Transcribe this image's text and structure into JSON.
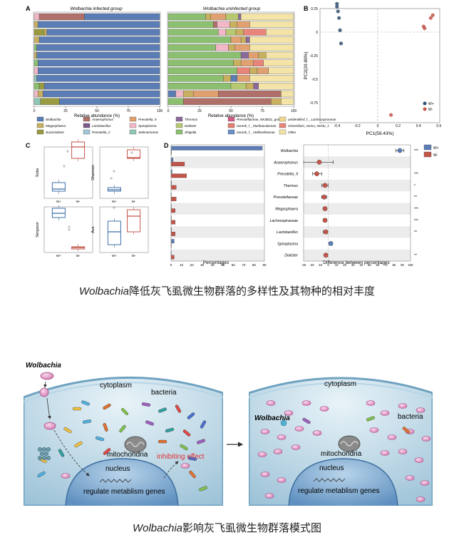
{
  "figure1": {
    "caption_italic": "Wolbachia",
    "caption_rest": "降低灰飞虱微生物群落的多样性及其物种的相对丰度",
    "panel_a": {
      "label": "A",
      "left_title": "Wolbachia infected group",
      "right_title": "Wolbachia uninfected group",
      "xlabel": "Relative abundance (%)",
      "ticks": [
        "0",
        "25",
        "50",
        "75",
        "100"
      ],
      "legend": [
        {
          "name": "Wolbachia",
          "color": "#5b7db5"
        },
        {
          "name": "Anaerophonus",
          "color": "#b0706a"
        },
        {
          "name": "Prevotella_9",
          "color": "#e0a070"
        },
        {
          "name": "Thermus",
          "color": "#8a6a9a"
        },
        {
          "name": "Prevotellaceae_NK3B31_group",
          "color": "#d45a8a"
        },
        {
          "name": "unidentified_f__Lachnospiraceae",
          "color": "#f0d890"
        },
        {
          "name": "Megasphaera",
          "color": "#c8b060"
        },
        {
          "name": "Lactobacillus",
          "color": "#7a5a8a"
        },
        {
          "name": "Spiroplasma",
          "color": "#f2b8c8"
        },
        {
          "name": "Dialister",
          "color": "#b8c870"
        },
        {
          "name": "norank_f__Muribaculaceae",
          "color": "#e38070"
        },
        {
          "name": "Clostridium_sensu_stricto_1",
          "color": "#e8857a"
        },
        {
          "name": "Succinivibrio",
          "color": "#9a9a40"
        },
        {
          "name": "Prevotella_2",
          "color": "#a0c8d8"
        },
        {
          "name": "Selenomonas",
          "color": "#90c8b8"
        },
        {
          "name": "Shigella",
          "color": "#8cc070"
        },
        {
          "name": "norank_f__Veillonellaceae",
          "color": "#6a90c8"
        },
        {
          "name": "Other",
          "color": "#f4e4a8"
        }
      ]
    },
    "panel_b": {
      "label": "B",
      "xlabel": "PC1(59.43%)",
      "ylabel": "PC2(20.80%)",
      "xticks": [
        "-0.4",
        "-0.2",
        "0",
        "0.2",
        "0.4",
        "0.6"
      ],
      "yticks": [
        "0.25",
        "0",
        "-0.25",
        "-0.5",
        "-0.75"
      ],
      "legend": [
        {
          "name": "W+",
          "color": "#2f4f6f"
        },
        {
          "name": "W-",
          "color": "#c2554a"
        }
      ],
      "points_wplus": [
        [
          -0.4,
          0.3
        ],
        [
          -0.4,
          0.27
        ],
        [
          -0.39,
          0.22
        ],
        [
          -0.38,
          0.15
        ],
        [
          -0.37,
          0.02
        ],
        [
          -0.36,
          -0.12
        ]
      ],
      "points_wminus": [
        [
          0.54,
          0.18
        ],
        [
          0.52,
          0.15
        ],
        [
          0.45,
          0.06
        ],
        [
          0.46,
          0.04
        ],
        [
          0.13,
          -0.88
        ]
      ]
    },
    "panel_c": {
      "label": "C",
      "plots": [
        {
          "ylabel": "Sobs",
          "cats": [
            "W+",
            "W-"
          ]
        },
        {
          "ylabel": "Shannon",
          "cats": [
            "W+",
            "W-"
          ]
        },
        {
          "ylabel": "Simpson",
          "cats": [
            "W+",
            "W-"
          ]
        },
        {
          "ylabel": "Ace",
          "cats": [
            "W+",
            "W-"
          ]
        }
      ]
    },
    "panel_d": {
      "label": "D",
      "xlabel_left": "Percentages",
      "xlabel_right": "Difference between percentages",
      "left_ticks": [
        "0",
        "10",
        "20",
        "30",
        "40",
        "50",
        "60",
        "70",
        "80",
        "90"
      ],
      "right_ticks": [
        "-30",
        "-20",
        "-10",
        "0",
        "10",
        "20",
        "30",
        "40",
        "50",
        "60",
        "70",
        "80",
        "90",
        "100"
      ],
      "legend": [
        {
          "name": "W+",
          "color": "#5b7db5"
        },
        {
          "name": "W-",
          "color": "#c2554a"
        }
      ],
      "taxa": [
        {
          "name": "Wolbachia",
          "wplus": 88,
          "wminus": 0.5,
          "diff": 87,
          "lo": 82,
          "hi": 92,
          "sig": "***"
        },
        {
          "name": "Anaerophonus",
          "wplus": 2,
          "wminus": 13,
          "diff": -11,
          "lo": -30,
          "hi": 6,
          "sig": ""
        },
        {
          "name": "Prevotella_9",
          "wplus": 1,
          "wminus": 15,
          "diff": -14,
          "lo": -19,
          "hi": -8,
          "sig": "***"
        },
        {
          "name": "Thermus",
          "wplus": 0.5,
          "wminus": 5,
          "diff": -4,
          "lo": -8,
          "hi": 0,
          "sig": "*"
        },
        {
          "name": "Prevotellaceae",
          "wplus": 0.3,
          "wminus": 5,
          "diff": -5,
          "lo": -8,
          "hi": -2,
          "sig": "**"
        },
        {
          "name": "Megasphaera",
          "wplus": 0.2,
          "wminus": 4,
          "diff": -4,
          "lo": -6,
          "hi": -2,
          "sig": "***"
        },
        {
          "name": "Lachnospiraceae",
          "wplus": 0.2,
          "wminus": 4,
          "diff": -4,
          "lo": -6,
          "hi": -2,
          "sig": "***"
        },
        {
          "name": "Lactobacillus",
          "wplus": 0.5,
          "wminus": 4,
          "diff": -3,
          "lo": -6,
          "hi": -1,
          "sig": "**"
        },
        {
          "name": "Spiroplasma",
          "wplus": 3,
          "wminus": 0.2,
          "diff": 3,
          "lo": 1,
          "hi": 5,
          "sig": ""
        },
        {
          "name": "Dialister",
          "wplus": 0.1,
          "wminus": 3,
          "diff": -3,
          "lo": -4,
          "hi": -1,
          "sig": "**"
        }
      ]
    }
  },
  "figure2": {
    "caption_italic": "Wolbachia",
    "caption_rest": "影响灰飞虱微生物群落模式图",
    "left": {
      "wolbachia_label": "Wolbachia",
      "cytoplasm": "cytoplasm",
      "bacteria": "bacteria",
      "mitochondria": "mitochondria",
      "inhibiting": "inhibiting effect",
      "nucleus": "nucleus",
      "genes": "regulate metablism genes"
    },
    "right": {
      "cytoplasm": "cytoplasm",
      "wolbachia_label": "Wolbachia",
      "bacteria": "bacteria",
      "mitochondria": "mitochondria",
      "nucleus": "nucleus",
      "genes": "regulate metablism genes"
    }
  }
}
